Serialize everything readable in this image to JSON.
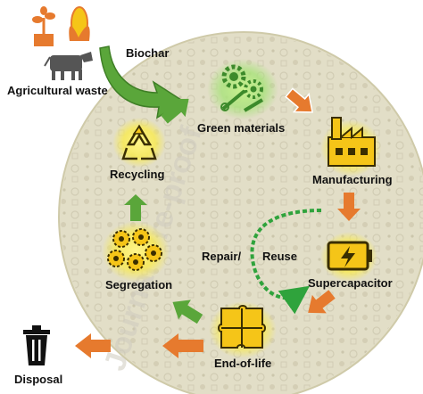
{
  "inputs": {
    "agricultural_waste": "Agricultural waste",
    "biochar": "Biochar"
  },
  "stages": {
    "green_materials": "Green materials",
    "manufacturing": "Manufacturing",
    "supercapacitor": "Supercapacitor",
    "end_of_life": "End-of-life",
    "segregation": "Segregation",
    "recycling": "Recycling"
  },
  "loop_labels": {
    "repair": "Repair/",
    "reuse": "Reuse"
  },
  "outputs": {
    "disposal": "Disposal"
  },
  "watermark": "Journal Pre-proof",
  "colors": {
    "circle_fill": "#ddd8bf",
    "green_arrow": "#5aa63a",
    "orange_arrow": "#e67a2e",
    "icon_yellow": "#f5c518",
    "glow_yellow": "#fbf27a",
    "glow_green": "#a8e27a",
    "loop_green": "#2fa33c"
  },
  "icons": [
    "plant-icon",
    "corn-icon",
    "cow-icon",
    "gears-tools-icon",
    "factory-icon",
    "battery-icon",
    "puzzle-icon",
    "gears-icon",
    "recycle-icon",
    "trash-can-icon"
  ]
}
